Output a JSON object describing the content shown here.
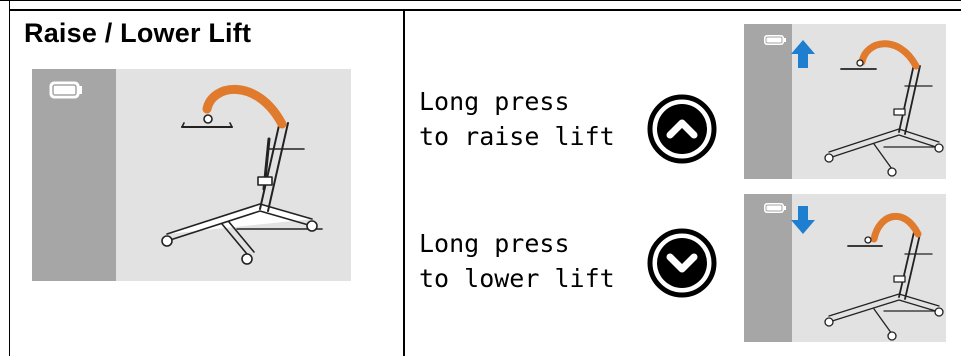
{
  "title": "Raise / Lower Lift",
  "raise": {
    "line1": "Long press",
    "line2": "to raise lift"
  },
  "lower": {
    "line1": "Long press",
    "line2": "to lower lift"
  },
  "colors": {
    "screen_bg": "#e2e2e2",
    "screen_side": "#a6a6a6",
    "boom": "#e07b2e",
    "arrow": "#1e7fd0",
    "ink": "#000000"
  },
  "icons": {
    "battery": "battery-icon",
    "lift": "patient-lift-icon",
    "up_arrow": "up-arrow-icon",
    "down_arrow": "down-arrow-icon",
    "raise_button": "chevron-up-circle-icon",
    "lower_button": "chevron-down-circle-icon"
  }
}
